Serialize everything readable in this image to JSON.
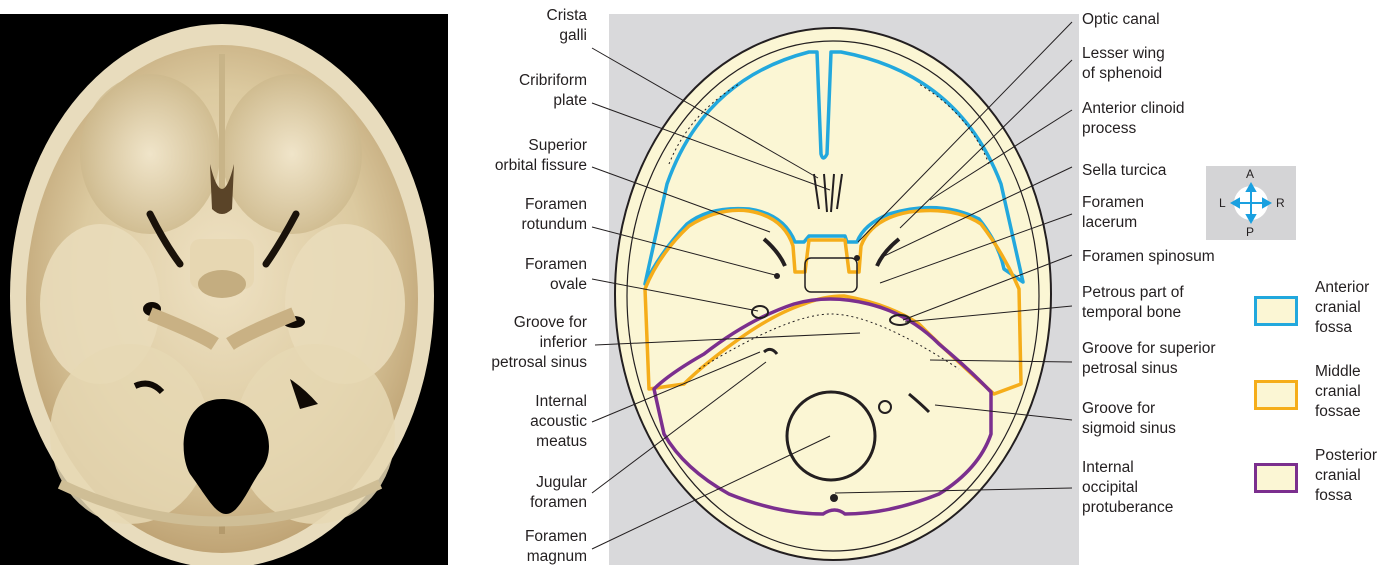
{
  "labels_left": [
    {
      "id": "crista-galli",
      "text": "Crista\ngalli"
    },
    {
      "id": "cribriform-plate",
      "text": "Cribriform\nplate"
    },
    {
      "id": "superior-orbital-fissure",
      "text": "Superior\norbital fissure"
    },
    {
      "id": "foramen-rotundum",
      "text": "Foramen\nrotundum"
    },
    {
      "id": "foramen-ovale",
      "text": "Foramen\novale"
    },
    {
      "id": "groove-inferior-petrosal-sinus",
      "text": "Groove for\ninferior\npetrosal sinus"
    },
    {
      "id": "internal-acoustic-meatus",
      "text": "Internal\nacoustic\nmeatus"
    },
    {
      "id": "jugular-foramen",
      "text": "Jugular\nforamen"
    },
    {
      "id": "foramen-magnum",
      "text": "Foramen\nmagnum"
    }
  ],
  "labels_right": [
    {
      "id": "optic-canal",
      "text": "Optic canal"
    },
    {
      "id": "lesser-wing-sphenoid",
      "text": "Lesser wing\nof sphenoid"
    },
    {
      "id": "anterior-clinoid-process",
      "text": "Anterior clinoid\nprocess"
    },
    {
      "id": "sella-turcica",
      "text": "Sella turcica"
    },
    {
      "id": "foramen-lacerum",
      "text": "Foramen\nlacerum"
    },
    {
      "id": "foramen-spinosum",
      "text": "Foramen spinosum"
    },
    {
      "id": "petrous-part-temporal",
      "text": "Petrous part of\ntemporal bone"
    },
    {
      "id": "groove-superior-petrosal-sinus",
      "text": "Groove for superior\npetrosal sinus"
    },
    {
      "id": "groove-sigmoid-sinus",
      "text": "Groove for\nsigmoid sinus"
    },
    {
      "id": "internal-occipital-protuberance",
      "text": "Internal\noccipital\nprotuberance"
    }
  ],
  "orientation": {
    "anterior": "A",
    "posterior": "P",
    "left": "L",
    "right": "R",
    "arrow_color": "#1aa0e0"
  },
  "legend": [
    {
      "text": "Anterior\ncranial\nfossa",
      "color": "#22a8dd"
    },
    {
      "text": "Middle\ncranial\nfossae",
      "color": "#f5ad1a"
    },
    {
      "text": "Posterior\ncranial\nfossa",
      "color": "#7b2f8e"
    }
  ]
}
